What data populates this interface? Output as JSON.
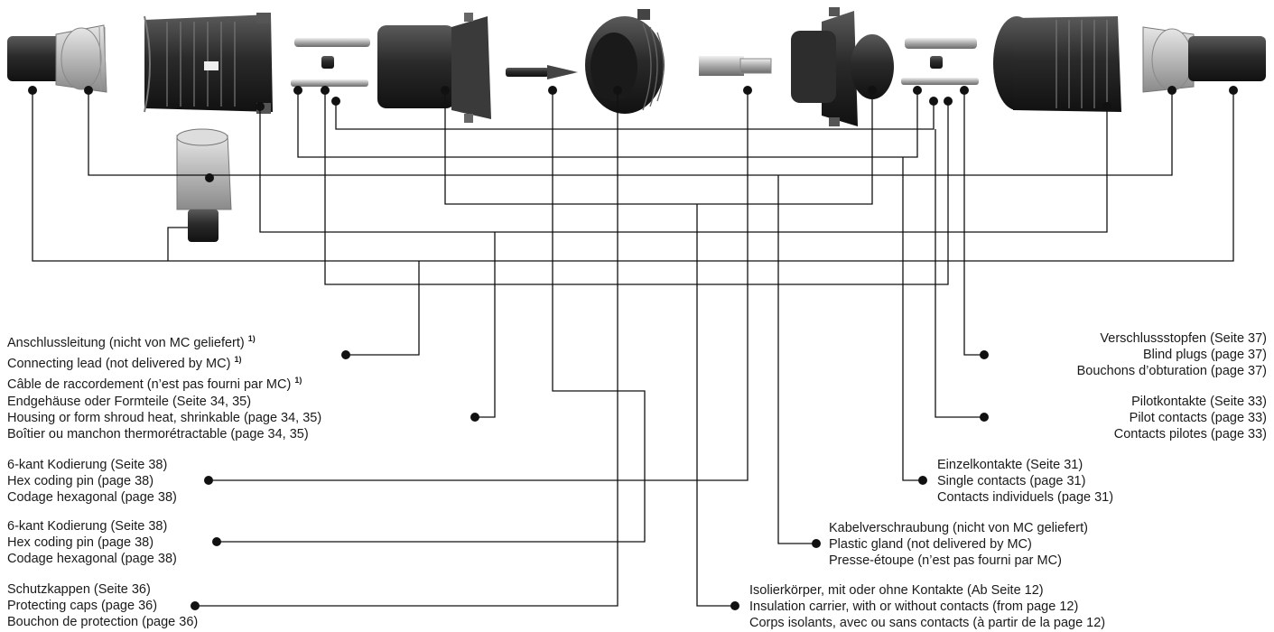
{
  "labels": {
    "connecting_lead": {
      "de": "Anschlussleitung (nicht von MC geliefert)",
      "en": "Connecting lead (not delivered by MC)",
      "fr": "Câble de raccordement (n’est pas fourni par MC)",
      "footnote": "1)"
    },
    "housing": {
      "de": "Endgehäuse oder Formteile (Seite 34, 35)",
      "en": "Housing or form shroud heat, shrinkable (page 34, 35)",
      "fr": "Boîtier ou manchon thermorétractable (page 34, 35)"
    },
    "hex_coding_1": {
      "de": "6-kant Kodierung (Seite 38)",
      "en": "Hex coding pin (page 38)",
      "fr": "Codage hexagonal (page 38)"
    },
    "hex_coding_2": {
      "de": "6-kant Kodierung (Seite 38)",
      "en": "Hex coding pin (page 38)",
      "fr": "Codage hexagonal (page 38)"
    },
    "protecting_caps": {
      "de": "Schutzkappen (Seite 36)",
      "en": "Protecting caps (page 36)",
      "fr": "Bouchon de protection (page 36)"
    },
    "blind_plugs": {
      "de": "Verschlussstopfen (Seite 37)",
      "en": "Blind plugs (page 37)",
      "fr": "Bouchons d’obturation (page 37)"
    },
    "pilot_contacts": {
      "de": "Pilotkontakte (Seite 33)",
      "en": "Pilot contacts (page 33)",
      "fr": "Contacts pilotes (page 33)"
    },
    "single_contacts": {
      "de": "Einzelkontakte (Seite 31)",
      "en": "Single contacts (page 31)",
      "fr": "Contacts individuels (page 31)"
    },
    "plastic_gland": {
      "de": "Kabelverschraubung (nicht von MC geliefert)",
      "en": "Plastic gland (not delivered by MC)",
      "fr": "Presse-étoupe (n’est pas fourni par MC)"
    },
    "insulation_carrier": {
      "de": "Isolierkörper, mit oder ohne Kontakte (Ab Seite 12)",
      "en": "Insulation carrier, with or without contacts (from page 12)",
      "fr": "Corps isolants, avec ou sans contacts (à partir de la page 12)"
    }
  },
  "colors": {
    "line": "#111111",
    "part_dark": "#2b2b2b",
    "part_mid": "#4a4a4a",
    "part_light": "#c9c9c9",
    "metal": "#b9b9b9"
  }
}
